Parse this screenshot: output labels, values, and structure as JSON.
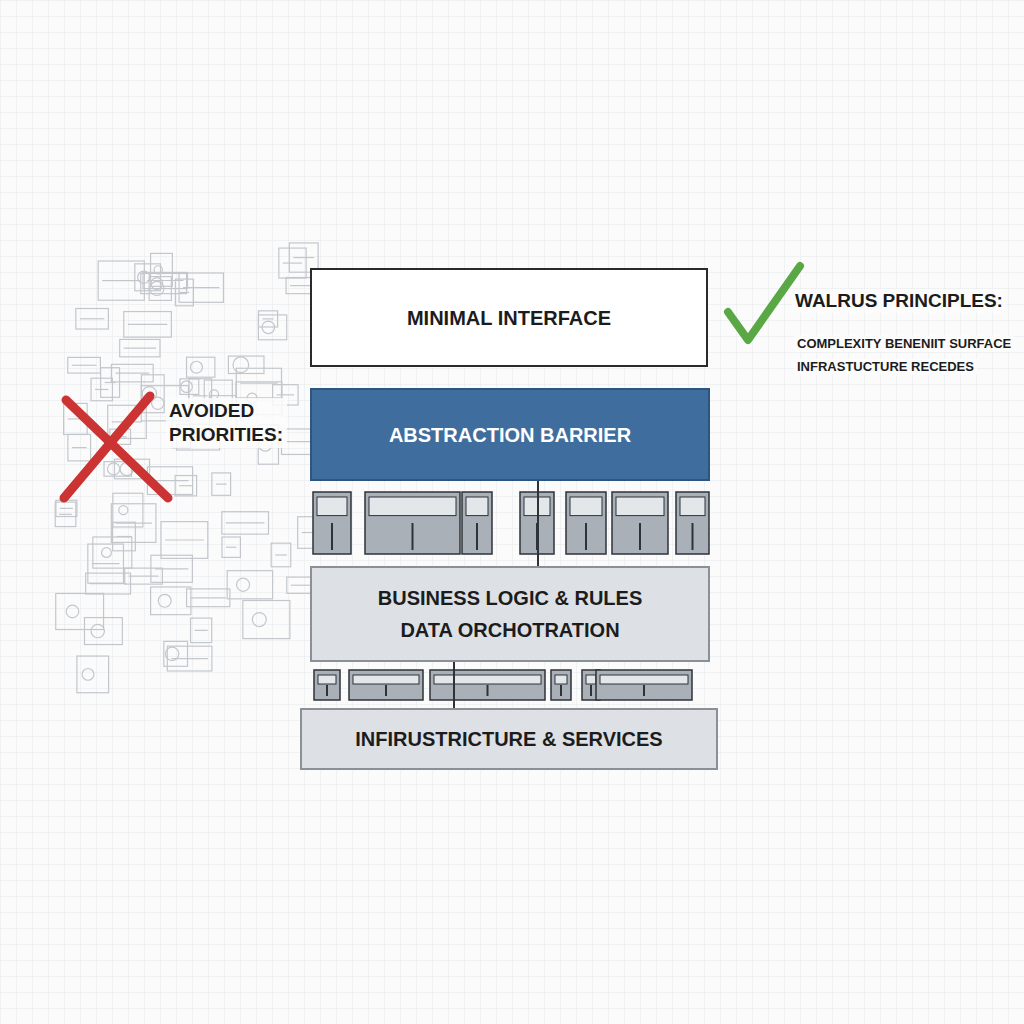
{
  "diagram": {
    "nodes": [
      {
        "text": [
          "MINIMAL INTERFACE"
        ]
      },
      {
        "text": [
          "ABSTRACTION BARRIER"
        ]
      },
      {
        "text": [
          "BUSINESS LOGIC & RULES",
          "DATA ORCHOTRATION"
        ]
      },
      {
        "text": [
          "INFIRUSTRICTURE & SERVICES"
        ]
      }
    ],
    "edges": [
      {
        "from": 1,
        "to": 2,
        "arrow": "none"
      },
      {
        "from": 2,
        "to": 3,
        "arrow": "none"
      }
    ],
    "labels": [
      "AVOIDED PRIORITIES:",
      "WALRUS PRINCIPLES:",
      "COMPLEXITY BENENIIT SURFACE",
      "INFRASTUCTURE RECEDES"
    ]
  }
}
